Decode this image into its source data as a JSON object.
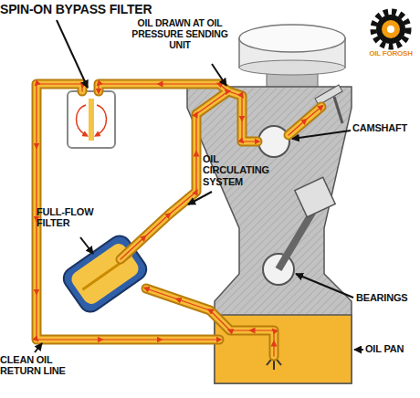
{
  "diagram": {
    "labels": [
      "SPIN-ON BYPASS FILTER",
      "OIL DRAWN AT OIL PRESSURE SENDING UNIT",
      "CAMSHAFT",
      "OIL CIRCULATING SYSTEM",
      "FULL-FLOW FILTER",
      "BEARINGS",
      "OIL PAN",
      "CLEAN OIL RETURN LINE",
      "OIL FOROSH"
    ]
  }
}
